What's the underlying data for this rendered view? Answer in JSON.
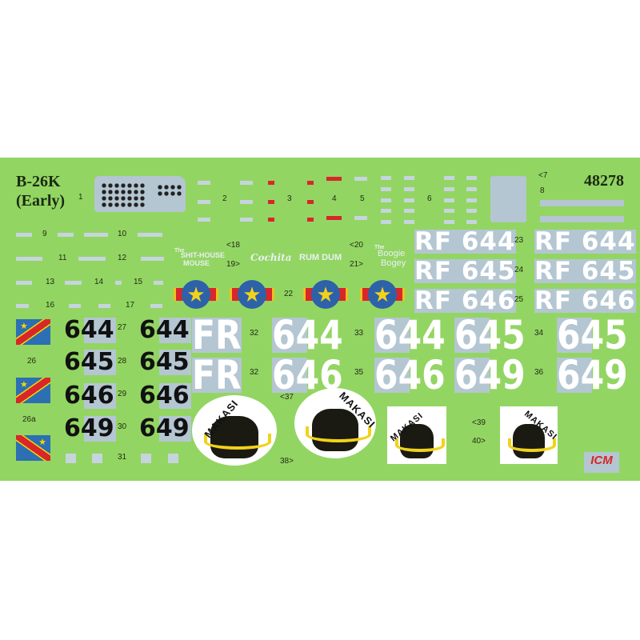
{
  "title": {
    "model": "B-26K",
    "variant": "(Early)",
    "kit_number": "48278"
  },
  "labels": {
    "n1": "1",
    "n2": "2",
    "n3": "3",
    "n4": "4",
    "n5": "5",
    "n6": "6",
    "n7": "<7",
    "n8": "8",
    "n9": "9",
    "n10": "10",
    "n11": "11",
    "n12": "12",
    "n13": "13",
    "n14": "14",
    "n15": "15",
    "n16": "16",
    "n17": "17",
    "n18": "<18",
    "n19": "19>",
    "n20": "<20",
    "n21": "21>",
    "n22": "22",
    "n23": "23",
    "n24": "24",
    "n25": "25",
    "n26": "26",
    "n26a": "26a",
    "n27": "27",
    "n28": "28",
    "n29": "29",
    "n30": "30",
    "n31": "31",
    "n32": "32",
    "n33": "33",
    "n34": "34",
    "n35": "35",
    "n36": "36",
    "n37": "<37",
    "n38": "38>",
    "n39": "<39",
    "n40": "40>"
  },
  "nicknames": {
    "shithouse_the": "The",
    "shithouse": "SHIT-HOUSE",
    "mouse": "MOUSE",
    "cochita": "Cochita",
    "rumdum": "RUM DUM",
    "boogie_the": "The",
    "boogie": "Boogie",
    "bogey": "Bogey"
  },
  "plates": [
    "RF 644",
    "RF 645",
    "RF 646"
  ],
  "serials": [
    "644",
    "645",
    "646",
    "649"
  ],
  "fr": "FR",
  "makasi": "MAKASI",
  "logo": "ICM",
  "colors": {
    "sheet": "#93d562",
    "decal_bg": "#b4c6d2",
    "roundel_blue": "#2d62a8",
    "star": "#f5d21a",
    "red": "#d8262a"
  }
}
